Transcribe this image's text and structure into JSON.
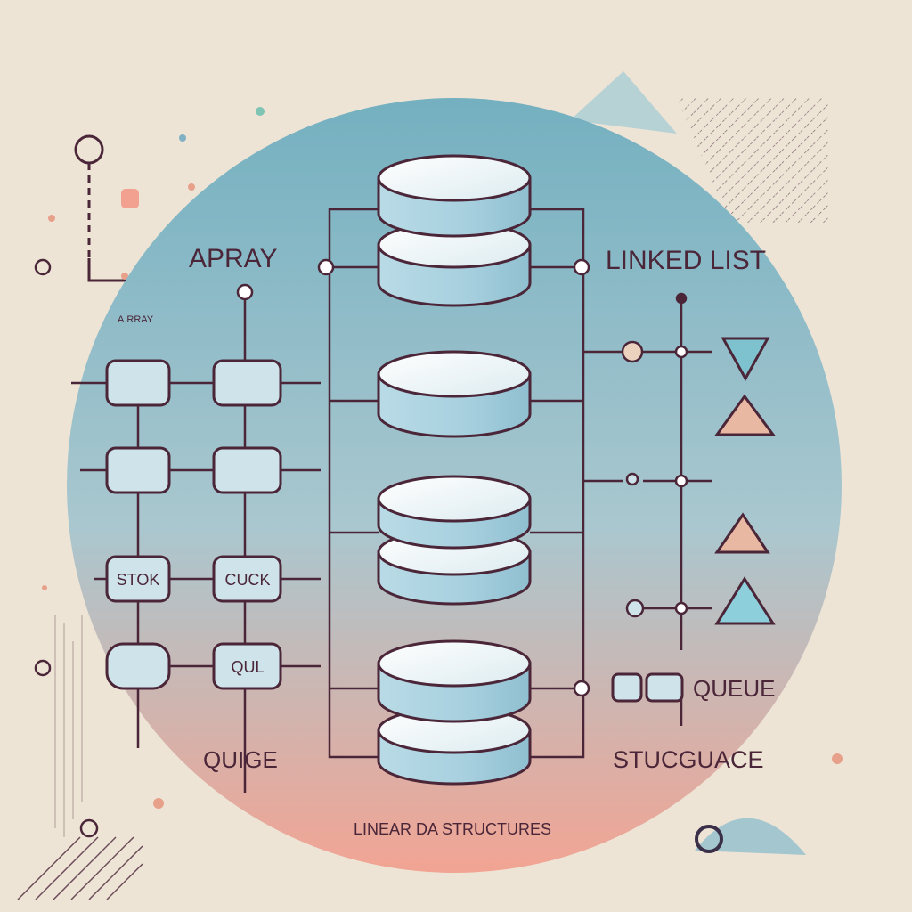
{
  "labels": {
    "array": "APRAY",
    "array_small": "A.RRAY",
    "linked_list": "LINKED LIST",
    "stack_node": "STOK",
    "queue_node_1": "CUCK",
    "queue_node_2": "QUL",
    "queue_left": "QUIGE",
    "queue_right": "QUEUE",
    "structure_right": "STUCGUACE",
    "caption": "LINEAR DA STRUCTURES"
  },
  "colors": {
    "background": "#ede4d6",
    "circle_top": "#7fb3c2",
    "circle_bottom": "#f0a898",
    "outline": "#4a2638",
    "node_fill": "#cfe3ea",
    "cylinder_top": "#f4f8fa",
    "cylinder_side": "#a9d2e0",
    "accent_peach": "#e7a08a",
    "accent_teal": "#7fbfcc"
  },
  "icons": [
    "database-cylinder-icon",
    "triangle-icon",
    "diamond-icon",
    "ring-icon",
    "hatch-pattern"
  ]
}
